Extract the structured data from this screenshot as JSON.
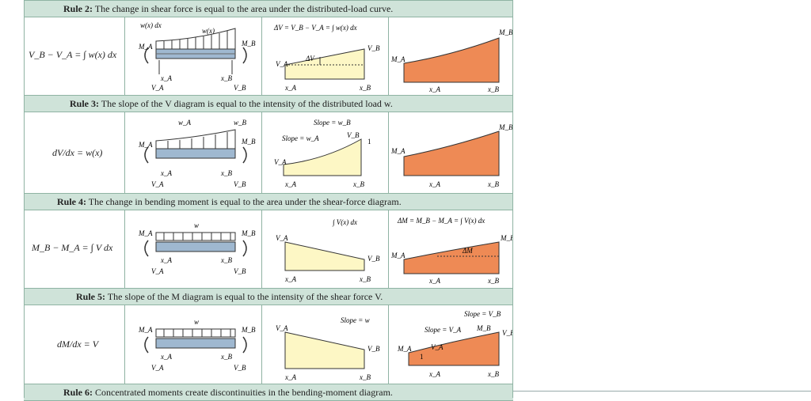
{
  "rules": [
    {
      "num": "Rule 2:",
      "text": " The change in shear force is equal to the area under the distributed-load curve."
    },
    {
      "num": "Rule 3:",
      "text": " The slope of the V diagram is equal to the intensity of the distributed load w."
    },
    {
      "num": "Rule 4:",
      "text": " The change in bending moment is equal to the area under the shear-force diagram."
    },
    {
      "num": "Rule 5:",
      "text": " The slope of the M diagram is equal to the intensity of the shear force V."
    },
    {
      "num": "Rule 6:",
      "text": " Concentrated moments create discontinuities in the bending-moment diagram."
    }
  ],
  "row2": {
    "formula": "V_B − V_A = ∫ w(x) dx",
    "load_label": "w(x) dx",
    "load_fn": "w(x)",
    "shear_eq": "ΔV = V_B − V_A = ∫ w(x) dx",
    "dv": "ΔV"
  },
  "row3": {
    "formula": "dV/dx = w(x)",
    "wA": "w_A",
    "wB": "w_B",
    "slope_B": "Slope = w_B",
    "slope_A": "Slope = w_A"
  },
  "row4": {
    "formula": "M_B − M_A = ∫ V dx",
    "w": "w",
    "area": "∫ V(x) dx",
    "moment_eq": "ΔM = M_B − M_A = ∫ V(x) dx",
    "dm": "ΔM"
  },
  "row5": {
    "formula": "dM/dx = V",
    "w": "w",
    "slope_w": "Slope = w",
    "slope_B": "Slope = V_B",
    "slope_A": "Slope = V_A"
  },
  "labels": {
    "MA": "M_A",
    "MB": "M_B",
    "VA": "V_A",
    "VB": "V_B",
    "xA": "x_A",
    "xB": "x_B",
    "one": "1"
  }
}
